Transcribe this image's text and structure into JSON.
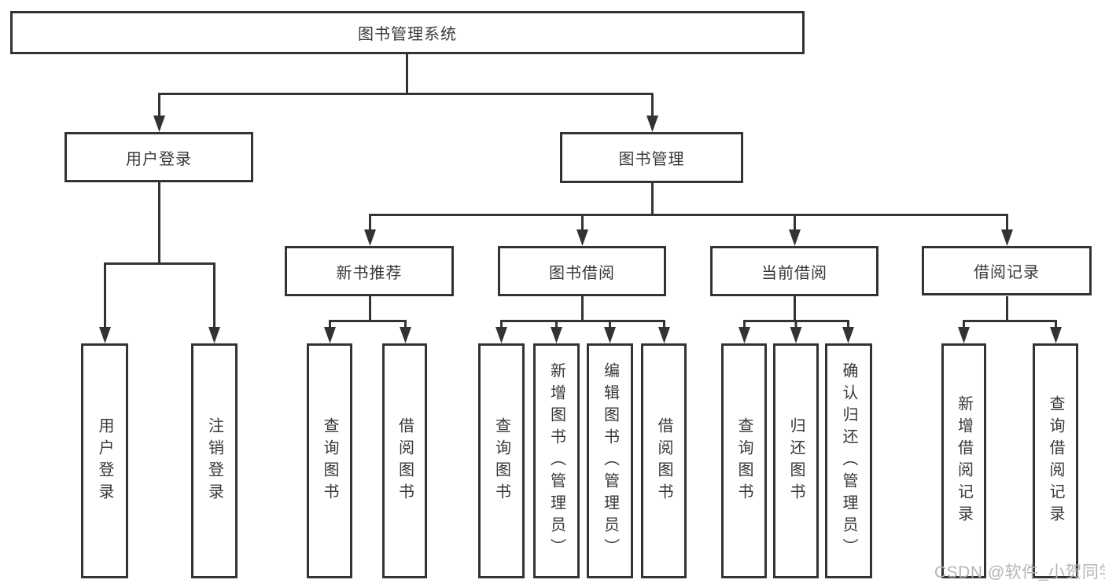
{
  "diagram": {
    "type": "hierarchy-tree",
    "title": "图书管理系统",
    "colors": {
      "background": "#ffffff",
      "line": "#333333",
      "box_border": "#333333",
      "text": "#383838",
      "watermark": "#b5b5b5"
    },
    "nodes": [
      {
        "id": "root",
        "label": "图书管理系统",
        "level": 1
      },
      {
        "id": "user-login",
        "label": "用户登录",
        "level": 2,
        "parent": "root"
      },
      {
        "id": "book-mgmt",
        "label": "图书管理",
        "level": 2,
        "parent": "root"
      },
      {
        "id": "new-book-rec",
        "label": "新书推荐",
        "level": 3,
        "parent": "book-mgmt"
      },
      {
        "id": "book-borrow",
        "label": "图书借阅",
        "level": 3,
        "parent": "book-mgmt"
      },
      {
        "id": "current-borrow",
        "label": "当前借阅",
        "level": 3,
        "parent": "book-mgmt"
      },
      {
        "id": "borrow-records",
        "label": "借阅记录",
        "level": 3,
        "parent": "book-mgmt"
      },
      {
        "id": "leaf-user-login",
        "label": "用户登录",
        "level": 4,
        "parent": "user-login"
      },
      {
        "id": "leaf-logout",
        "label": "注销登录",
        "level": 4,
        "parent": "user-login"
      },
      {
        "id": "leaf-query-books-1",
        "label": "查询图书",
        "level": 4,
        "parent": "new-book-rec"
      },
      {
        "id": "leaf-borrow-books-1",
        "label": "借阅图书",
        "level": 4,
        "parent": "new-book-rec"
      },
      {
        "id": "leaf-query-books-2",
        "label": "查询图书",
        "level": 4,
        "parent": "book-borrow"
      },
      {
        "id": "leaf-add-books",
        "label": "新增图书（管理员）",
        "level": 4,
        "parent": "book-borrow"
      },
      {
        "id": "leaf-edit-books",
        "label": "编辑图书（管理员）",
        "level": 4,
        "parent": "book-borrow"
      },
      {
        "id": "leaf-borrow-books-2",
        "label": "借阅图书",
        "level": 4,
        "parent": "book-borrow"
      },
      {
        "id": "leaf-query-books-3",
        "label": "查询图书",
        "level": 4,
        "parent": "current-borrow"
      },
      {
        "id": "leaf-return-books",
        "label": "归还图书",
        "level": 4,
        "parent": "current-borrow"
      },
      {
        "id": "leaf-confirm-return",
        "label": "确认归还（管理员）",
        "level": 4,
        "parent": "current-borrow"
      },
      {
        "id": "leaf-add-borrow-record",
        "label": "新增借阅记录",
        "level": 4,
        "parent": "borrow-records"
      },
      {
        "id": "leaf-query-borrow-record",
        "label": "查询借阅记录",
        "level": 4,
        "parent": "borrow-records"
      }
    ]
  },
  "watermark": {
    "text": "CSDN @软件_小贺同学"
  }
}
